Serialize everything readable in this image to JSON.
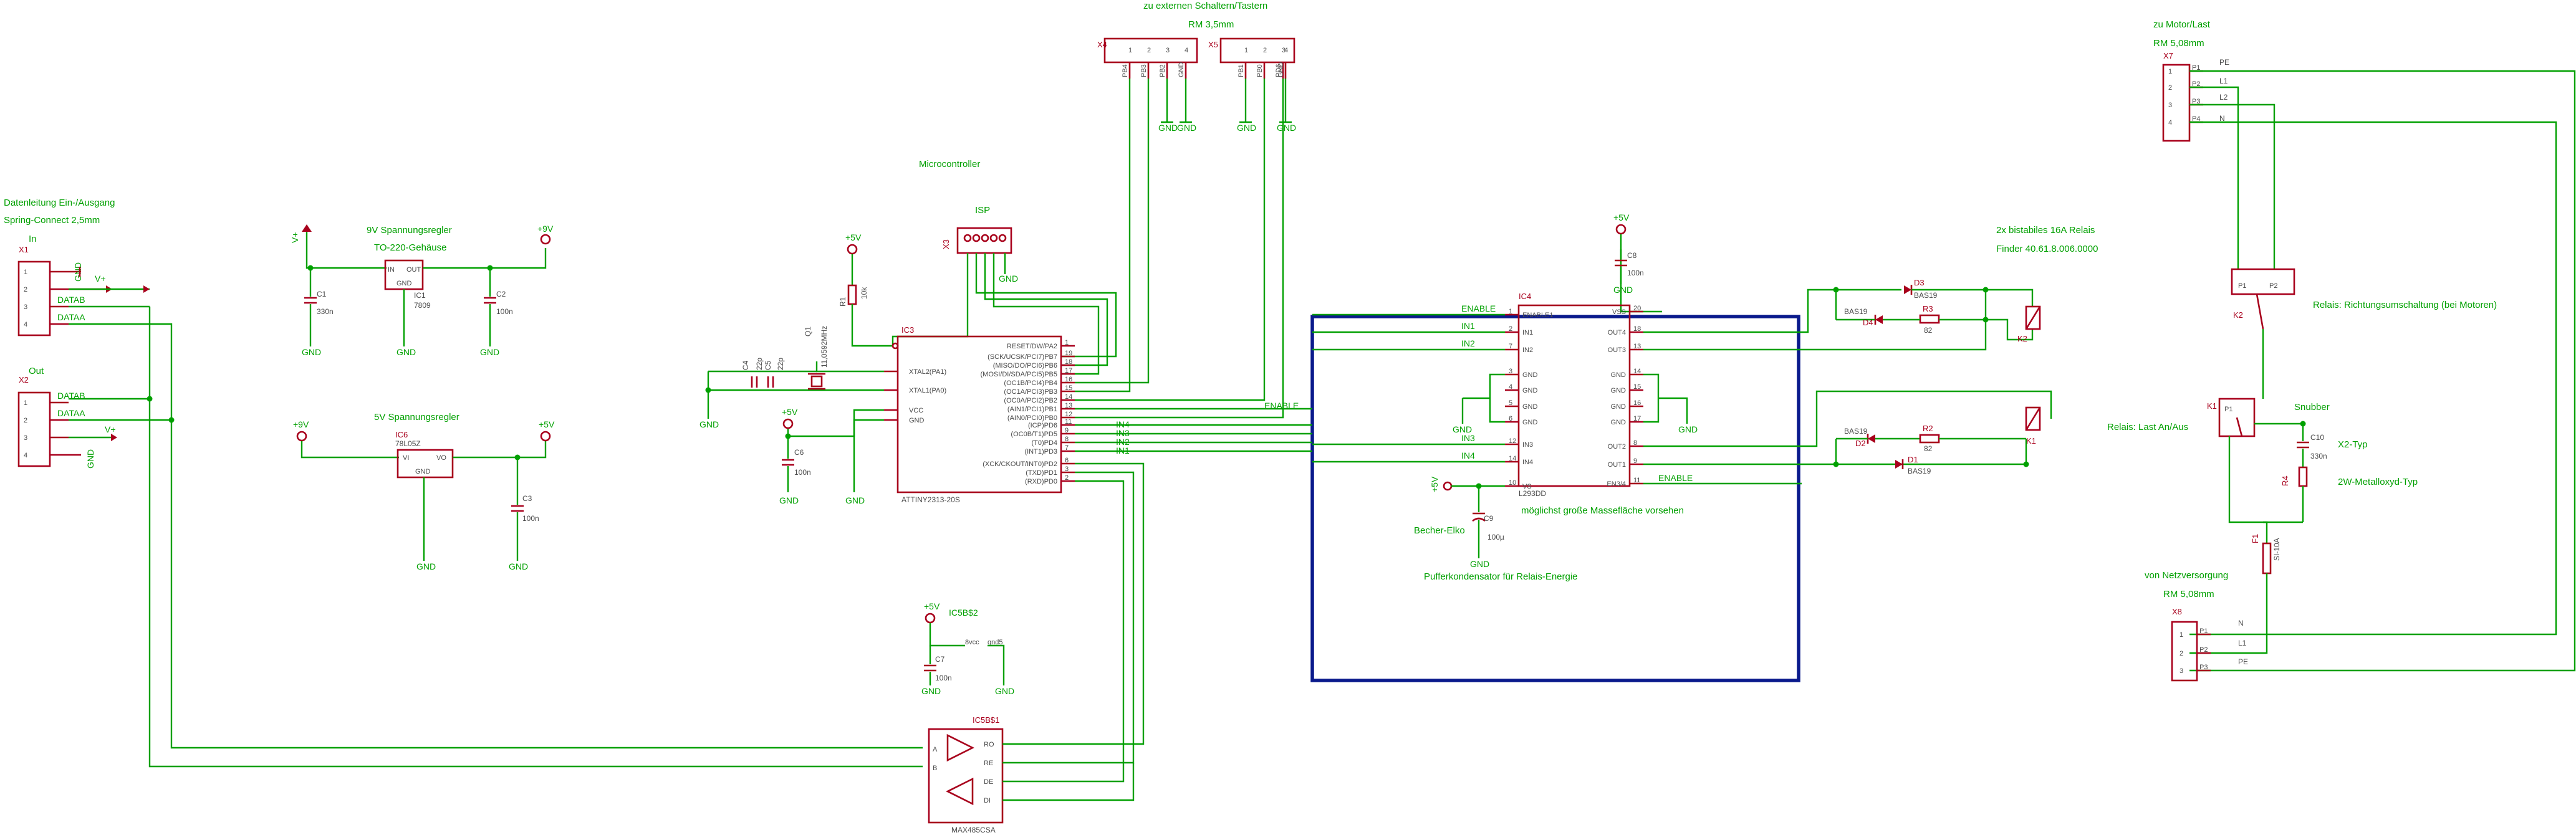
{
  "headings": {
    "data_io": "Datenleitung Ein-/Ausgang",
    "spring": "Spring-Connect 2,5mm",
    "in": "In",
    "out": "Out",
    "reg9": "9V Spannungsregler",
    "to220": "TO-220-Gehäuse",
    "reg5": "5V Spannungsregler",
    "micro": "Microcontroller",
    "isp": "ISP",
    "ext_switch": "zu externen Schaltern/Tastern",
    "rm35": "RM 3,5mm",
    "relay_bi": "2x bistabiles 16A Relais",
    "finder": "Finder 40.61.8.006.0000",
    "motor": "zu Motor/Last",
    "rm508a": "RM 5,08mm",
    "relay_dir": "Relais: Richtungsumschaltung (bei Motoren)",
    "relay_onoff": "Relais: Last An/Aus",
    "snubber": "Snubber",
    "x2": "X2-Typ",
    "metall": "2W-Metalloxyd-Typ",
    "mains": "von Netzversorgung",
    "rm508b": "RM 5,08mm",
    "becher": "Becher-Elko",
    "puffer": "Pufferkondensator für Relais-Energie",
    "masse": "möglichst große Massefläche vorsehen"
  },
  "nets": {
    "datab": "DATAB",
    "dataa": "DATAA",
    "vplus": "V+",
    "enable": "ENABLE",
    "in1": "IN1",
    "in2": "IN2",
    "in3": "IN3",
    "in4": "IN4",
    "gnd": "GND",
    "p5v": "+5V",
    "p9v": "+9V",
    "pe": "PE",
    "l1": "L1",
    "l2": "L2",
    "n": "N"
  },
  "parts": {
    "x1": "X1",
    "x2": "X2",
    "x4": "X4",
    "x5": "X5",
    "x7": "X7",
    "x8": "X8",
    "ic1": "IC1",
    "ic1_val": "7809",
    "ic6": "IC6",
    "ic6_val": "78L05Z",
    "ic3": "IC3",
    "ic3_val": "ATTINY2313-20S",
    "ic4": "IC4",
    "ic4_val": "L293DD",
    "ic5b1": "IC5B$1",
    "ic5b1_val": "MAX485CSA",
    "ic5b2": "IC5B$2",
    "c1": "C1",
    "c1_val": "330n",
    "c2": "C2",
    "c2_val": "100n",
    "c3": "C3",
    "c3_val": "100n",
    "c4": "C4",
    "c4_val": "22p",
    "c5": "C5",
    "c5_val": "22p",
    "c6": "C6",
    "c6_val": "100n",
    "c7": "C7",
    "c7_val": "100n",
    "c8": "C8",
    "c8_val": "100n",
    "c9": "C9",
    "c9_val": "100µ",
    "c10": "C10",
    "c10_val": "330n",
    "q1": "Q1",
    "q1_val": "11,0592MHz",
    "r1": "R1",
    "r1_val": "10k",
    "r2": "R2",
    "r3": "R3",
    "r4": "R4",
    "r_val": "82",
    "d1": "D1",
    "d2": "D2",
    "d3": "D3",
    "d4": "D4",
    "d_val": "BAS19",
    "k1": "K1",
    "k2": "K2",
    "f1": "F1",
    "f1_val": "SI-10A",
    "isp_ref": "X3",
    "vcc": "VCC",
    "gnd_pin": "GND",
    "vi": "VI",
    "vo": "VO"
  },
  "mcu_pins_right": [
    "RESET/DW/PA2",
    "(SCK/UCSK/PCI7)PB7",
    "(MISO/DO/PCI6)PB6",
    "(MOSI/DI/SDA/PCI5)PB5",
    "(OC1B/PCI4)PB4",
    "(OC1A/PCI3)PB3",
    "(OC0A/PCI2)PB2",
    "(AIN1/PCI1)PB1",
    "(AIN0/PCI0)PB0",
    "(ICP)PD6",
    "(OC0B/T1)PD5",
    "(T0)PD4",
    "(INT1)PD3",
    "(XCK/CKOUT/INT0)PD2",
    "(TXD)PD1",
    "(RXD)PD0"
  ],
  "mcu_pins_left": [
    "XTAL2(PA1)",
    "XTAL1(PA0)",
    "VCC",
    "GND"
  ],
  "mcu_pin_numbers": [
    "1",
    "19",
    "18",
    "17",
    "16",
    "15",
    "14",
    "13",
    "12",
    "11",
    "9",
    "8",
    "7",
    "6",
    "3",
    "2"
  ],
  "drv_left": [
    "ENABLE1",
    "IN1",
    "IN2",
    "GND",
    "GND",
    "GND",
    "GND",
    "IN3",
    "IN4",
    "VS"
  ],
  "drv_right": [
    "VSS",
    "OUT4",
    "OUT3",
    "GND",
    "GND",
    "GND",
    "GND",
    "OUT2",
    "OUT1",
    "EN3/4"
  ],
  "drv_left_nums": [
    "1",
    "2",
    "7",
    "3",
    "4",
    "5",
    "6",
    "12",
    "14",
    "10"
  ],
  "drv_right_nums": [
    "20",
    "18",
    "13",
    "14",
    "15",
    "16",
    "17",
    "8",
    "9",
    "11"
  ],
  "conn_pins": [
    "1",
    "2",
    "3",
    "4"
  ],
  "ext_pins": [
    "1",
    "2",
    "3",
    "4"
  ],
  "ext_labels_a": [
    "PB4",
    "PB3",
    "PB2",
    "GND"
  ],
  "ext_labels_b": [
    "PB1",
    "PB0",
    "PD6",
    "GND"
  ],
  "motor_pins": [
    "P1",
    "P2",
    "P3",
    "P4"
  ],
  "mains_pins": [
    "P1",
    "P2",
    "P3"
  ],
  "rs485": [
    "RO",
    "RE",
    "DE",
    "DI",
    "A",
    "B"
  ],
  "colors": {
    "wire": "#00a000",
    "part": "#a8001c",
    "bus": "#0a1a8c",
    "text_part": "#4a4a4a"
  }
}
